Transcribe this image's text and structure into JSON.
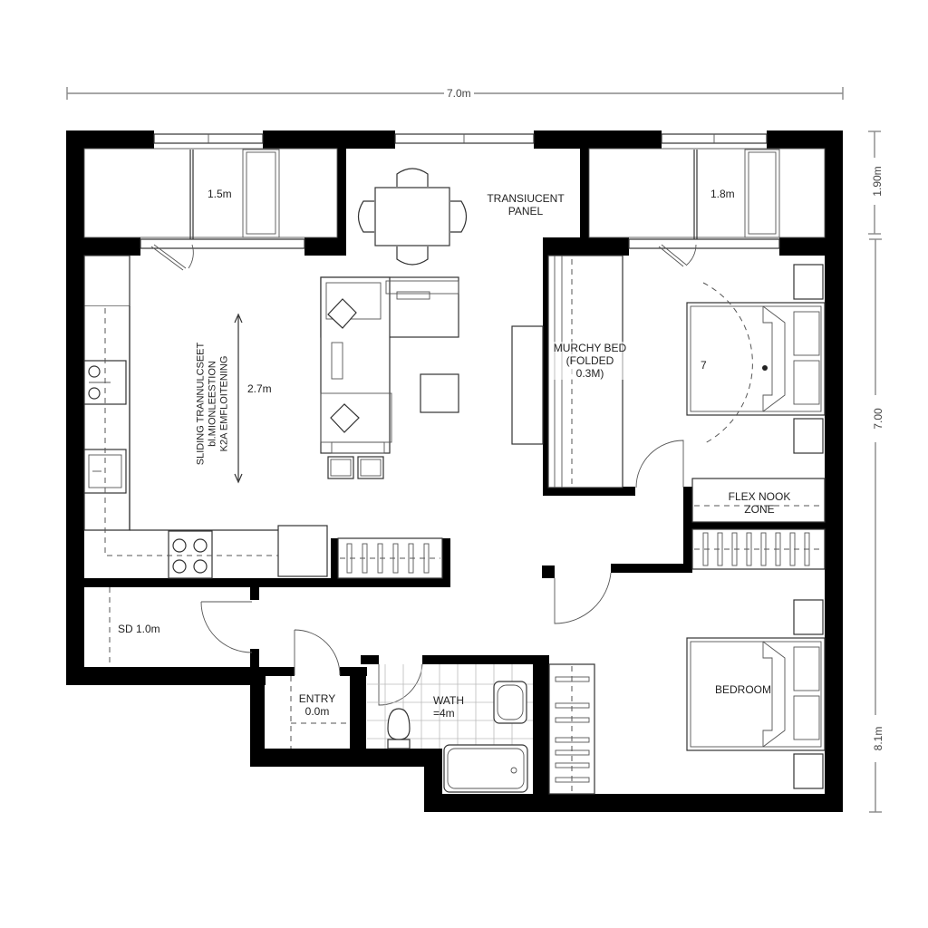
{
  "plan": {
    "dimensions": {
      "top_width": "7.0m",
      "right_top": "1.90m",
      "right_mid": "7.00",
      "right_bottom": "8.1m"
    },
    "rooms": {
      "balcony_left": {
        "label": "1.5m"
      },
      "balcony_right": {
        "label": "1.8m"
      },
      "translucent_panel": {
        "line1": "TRANSIUCENT",
        "line2": "PANEL"
      },
      "living": {
        "vertical_line1": "SLIDING TRANNULCSEET",
        "vertical_line2": "bl.MIONLEESTION",
        "vertical_line3": "K2A EMFLOITENING",
        "height_dim": "2.7m"
      },
      "murphy_bed": {
        "line1": "MURCHY BED",
        "line2": "(FOLDED",
        "line3": "0.3M)"
      },
      "bed_swing_label": "7",
      "flex_nook": {
        "line1": "FLEX NOOK",
        "line2": "ZONE"
      },
      "storage": {
        "label": "SD  1.0m"
      },
      "entry": {
        "line1": "ENTRY",
        "line2": "0.0m"
      },
      "bath": {
        "line1": "WATH",
        "line2": "=4m"
      },
      "bedroom": {
        "label": "BEDROOM"
      }
    },
    "colors": {
      "wall": "#000000",
      "line": "#333333",
      "dimension": "#888888",
      "background": "#ffffff"
    }
  }
}
